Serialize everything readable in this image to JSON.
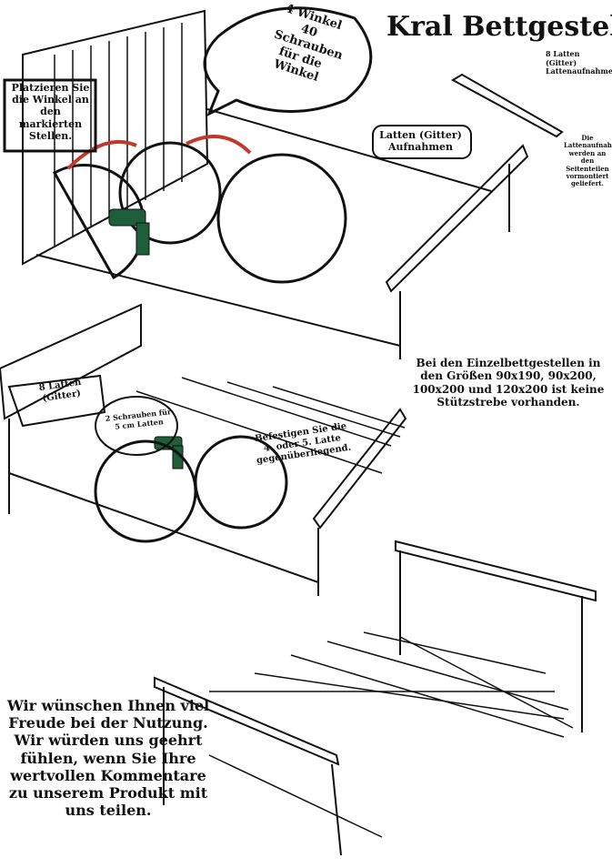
{
  "title": "Kral Bettgestell",
  "bubble_top": {
    "line1": "4 Winkel",
    "line2": "40",
    "line3": "Schrauben",
    "line4": "für die",
    "line5": "Winkel"
  },
  "place_note": "Platzieren Sie die Winkel an den markierten Stellen.",
  "latten_receptacle_label": "Latten (Gitter) Aufnahmen",
  "top_right": {
    "line1": "8 Latten",
    "line2": "(Gitter)",
    "line3": "Lattenaufnahmen"
  },
  "mounted_note": "Die Lattenaufnahmen werden an den Seitenteilen vormontiert geliefert.",
  "mid_note": "Bei den Einzelbettgestellen in den Größen 90x190, 90x200, 100x200 und 120x200 ist keine Stützstrebe vorhanden.",
  "latten8_label": "8 Latten (Gitter)",
  "screws_note": "2 Schrauben für 5 cm Latten",
  "fix_note": "Befestigen Sie die 4. oder 5. Latte gegenüberliegend.",
  "thanks": "Wir wünschen Ihnen viel Freude bei der Nutzung. Wir würden uns geehrt fühlen, wenn Sie Ihre wertvollen Kommentare zu unserem Produkt mit uns teilen.",
  "colors": {
    "arrow": "#c0392b",
    "drill": "#1e5e3a",
    "line": "#111111"
  }
}
